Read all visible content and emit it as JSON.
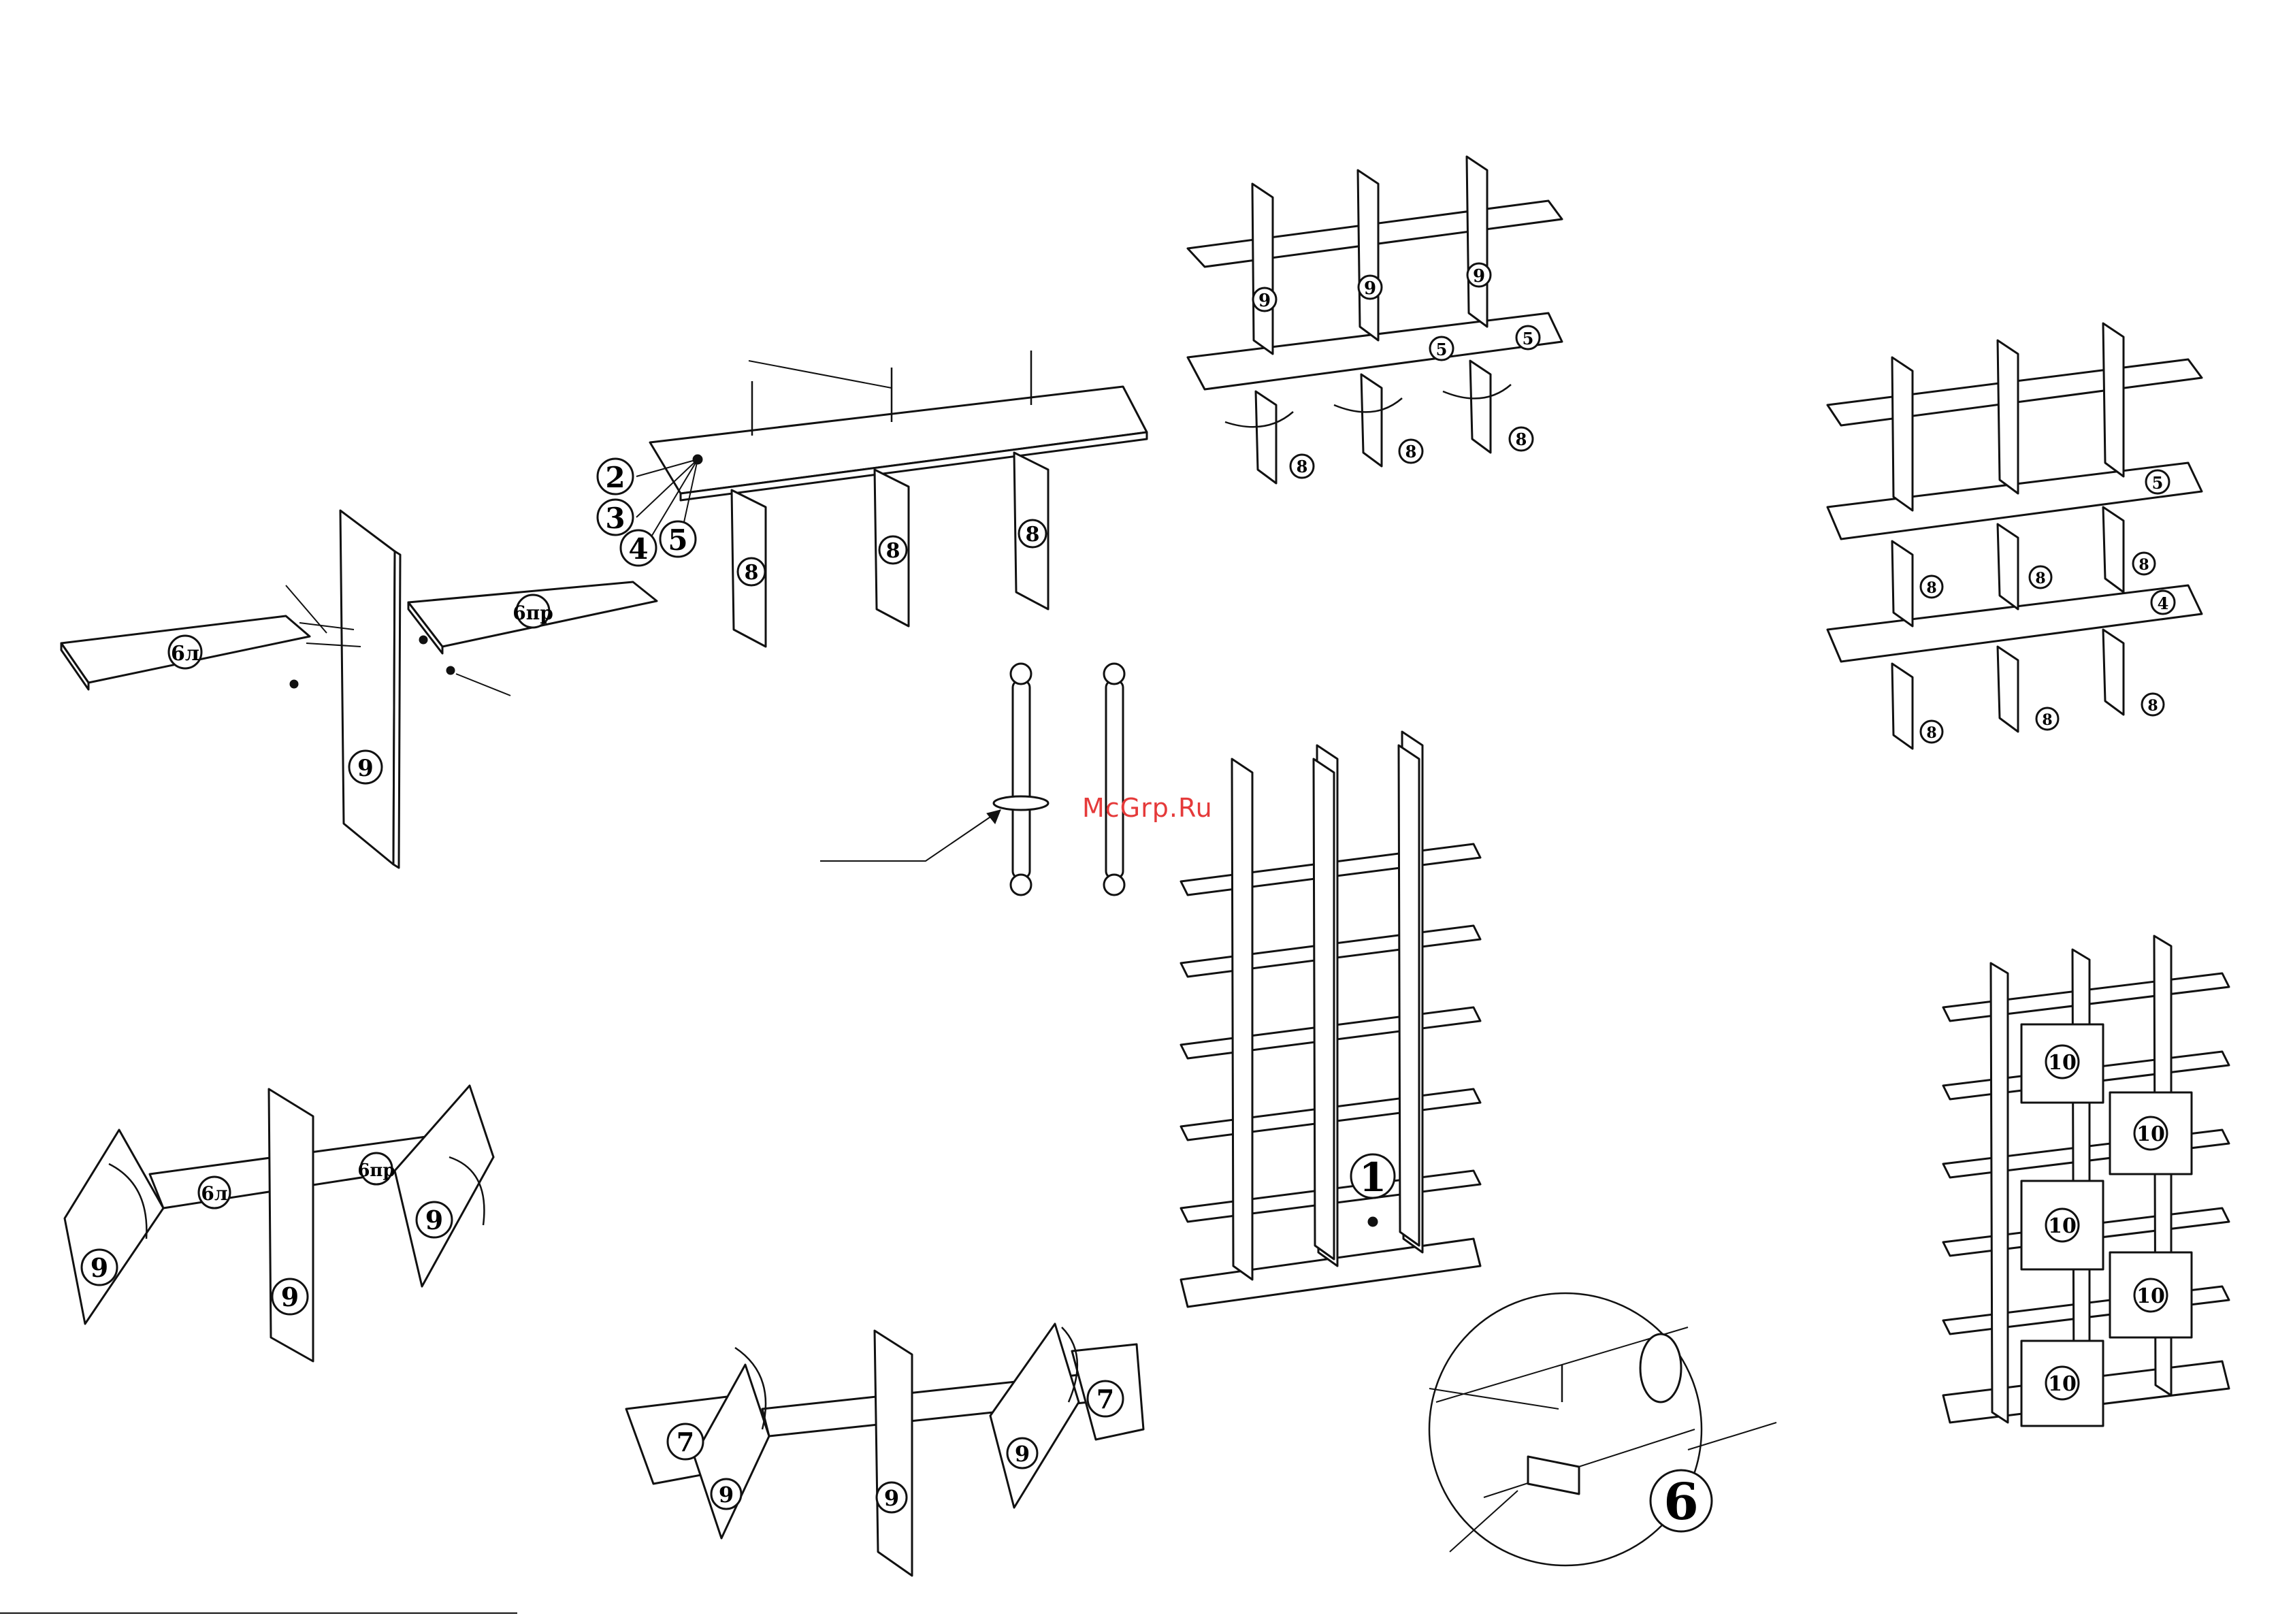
{
  "watermark": "McGrp.Ru",
  "labels": {
    "part_2": "2",
    "part_3": "3",
    "part_4": "4",
    "part_5": "5",
    "part_6l": "6л",
    "part_6pr": "6пр",
    "part_8": "8",
    "part_9": "9",
    "part_7": "7",
    "part_1": "1",
    "part_6": "6",
    "part_10": "10",
    "part_5s": "5",
    "part_4s": "4"
  }
}
